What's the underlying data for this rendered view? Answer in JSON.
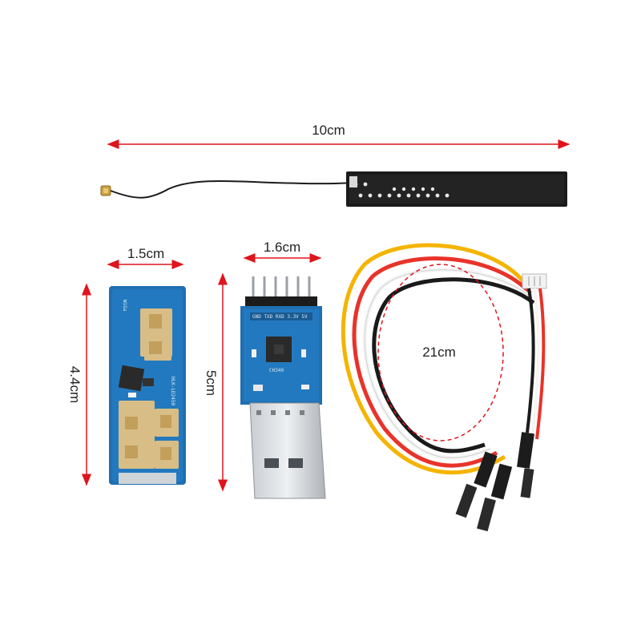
{
  "colors": {
    "dimension_line": "#e0141c",
    "pcb_blue": "#1f6fb2",
    "antenna_pad": "#d8bd86",
    "dashed_ellipse": "#e0141c",
    "wire_colors": [
      "#1a1a1a",
      "#ffffff",
      "#e8332a",
      "#f4b400"
    ]
  },
  "dimensions": {
    "antenna_length": "10cm",
    "radar_width": "1.5cm",
    "radar_height": "4.4cm",
    "usb_width": "1.6cm",
    "usb_height": "5cm",
    "cable_length": "21cm"
  },
  "pcb_labels": {
    "radar_model": "HLK-LD2450",
    "radar_logo": "WiGa",
    "usb_pins": "GND TXD RXD 3.3V 5V",
    "usb_chip": "CH340"
  },
  "icons": {
    "antenna": "flexible-pcb-antenna",
    "radar": "radar-sensor-module",
    "usb": "usb-ttl-adapter",
    "cable": "dupont-jumper-cable"
  }
}
